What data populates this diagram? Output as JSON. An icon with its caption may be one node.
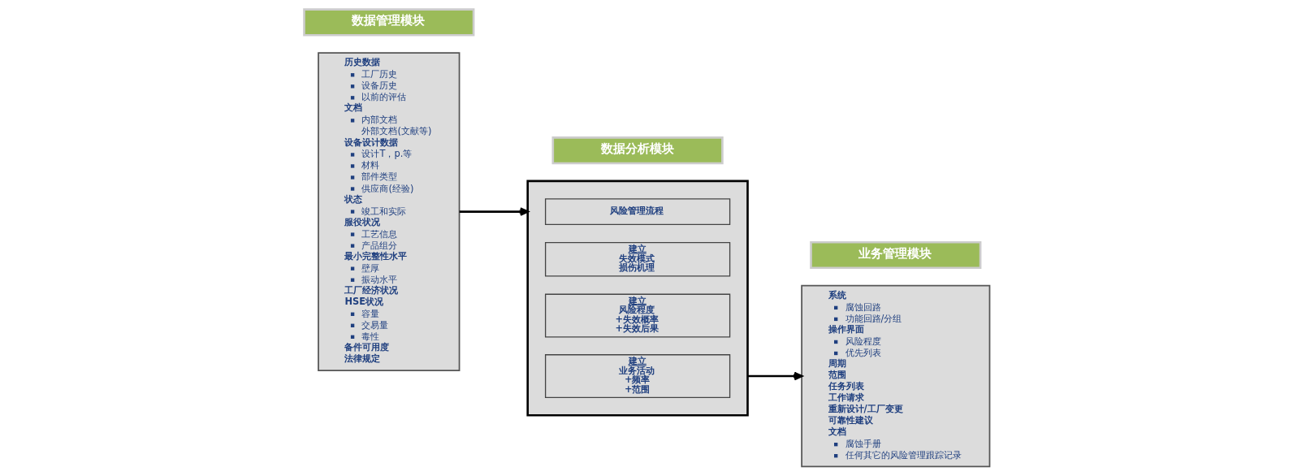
{
  "diagram": {
    "nodes": [
      {
        "text": [
          "数据管理模块"
        ]
      },
      {
        "text": [
          "历史数据",
          "工厂历史",
          "设备历史",
          "以前的评估",
          "文档",
          "内部文档",
          "外部文档(文献等)",
          "设备设计数据",
          "设计T，p.等",
          "材料",
          "部件类型",
          "供应商(经验)",
          "状态",
          "竣工和实际",
          "服役状况",
          "工艺信息",
          "产品组分",
          "最小完整性水平",
          "壁厚",
          "振动水平",
          "工厂经济状况",
          "HSE状况",
          "容量",
          "交易量",
          "毒性",
          "备件可用度",
          "法律规定"
        ]
      },
      {
        "text": [
          "数据分析模块"
        ]
      },
      {
        "text": [],
        "shape": "box"
      },
      {
        "text": [
          "风险管理流程"
        ],
        "in": 3
      },
      {
        "text": [
          "建立",
          "失效模式",
          "损伤机理"
        ],
        "in": 3
      },
      {
        "text": [
          "建立",
          "风险程度",
          "+失效概率",
          "+失效后果"
        ],
        "in": 3
      },
      {
        "text": [
          "建立",
          "业务活动",
          "+频率",
          "+范围"
        ],
        "in": 3
      },
      {
        "text": [
          "业务管理模块"
        ]
      },
      {
        "text": [
          "系统",
          "腐蚀回路",
          "功能回路/分组",
          "操作界面",
          "风险程度",
          "优先列表",
          "周期",
          "范围",
          "任务列表",
          "工作请求",
          "重新设计/工厂变更",
          "可靠性建议",
          "文档",
          "腐蚀手册",
          "任何其它的风险管理跟踪记录"
        ]
      }
    ],
    "edges": [
      {
        "from": 1,
        "to": 3,
        "arrow": "to"
      },
      {
        "from": 3,
        "to": 9,
        "arrow": "to"
      }
    ]
  }
}
